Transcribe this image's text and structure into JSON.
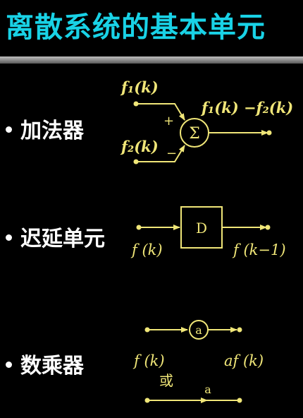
{
  "title": "离散系统的基本单元",
  "colors": {
    "title": "#19d2e6",
    "diagram": "#f0e678",
    "bullet": "#ffffff",
    "background": "#000000"
  },
  "adder": {
    "label": "加法器",
    "input1": "f₁(k)",
    "input2": "f₂(k)",
    "output": "f₁(k) −f₂(k)",
    "plus_sign": "+",
    "minus_sign": "−",
    "sigma": "Σ"
  },
  "delay": {
    "label": "迟延单元",
    "block": "D",
    "input": "f (k)",
    "output": "f (k−1)"
  },
  "multiplier": {
    "label": "数乘器",
    "coef": "a",
    "input": "f (k)",
    "output": "af (k)",
    "alt_text": "或",
    "alt_coef": "a"
  }
}
